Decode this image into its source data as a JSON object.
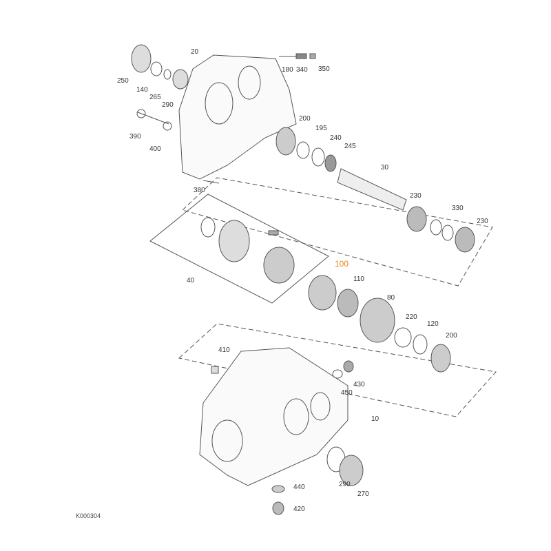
{
  "diagram": {
    "labels": [
      {
        "id": "20",
        "text": "20"
      },
      {
        "id": "180",
        "text": "180"
      },
      {
        "id": "340",
        "text": "340"
      },
      {
        "id": "350",
        "text": "350"
      },
      {
        "id": "250",
        "text": "250"
      },
      {
        "id": "140",
        "text": "140"
      },
      {
        "id": "265",
        "text": "265"
      },
      {
        "id": "290a",
        "text": "290"
      },
      {
        "id": "390",
        "text": "390"
      },
      {
        "id": "400",
        "text": "400"
      },
      {
        "id": "200a",
        "text": "200"
      },
      {
        "id": "195",
        "text": "195"
      },
      {
        "id": "240",
        "text": "240"
      },
      {
        "id": "245",
        "text": "245"
      },
      {
        "id": "380",
        "text": "380"
      },
      {
        "id": "30",
        "text": "30"
      },
      {
        "id": "230a",
        "text": "230"
      },
      {
        "id": "330",
        "text": "330"
      },
      {
        "id": "230b",
        "text": "230"
      },
      {
        "id": "40",
        "text": "40"
      },
      {
        "id": "100",
        "text": "100"
      },
      {
        "id": "110",
        "text": "110"
      },
      {
        "id": "80",
        "text": "80"
      },
      {
        "id": "220",
        "text": "220"
      },
      {
        "id": "120",
        "text": "120"
      },
      {
        "id": "200b",
        "text": "200"
      },
      {
        "id": "410",
        "text": "410"
      },
      {
        "id": "430",
        "text": "430"
      },
      {
        "id": "450",
        "text": "450"
      },
      {
        "id": "10",
        "text": "10"
      },
      {
        "id": "290b",
        "text": "290"
      },
      {
        "id": "270",
        "text": "270"
      },
      {
        "id": "440",
        "text": "440"
      },
      {
        "id": "420",
        "text": "420"
      }
    ],
    "drawing_code": "K000304",
    "highlight_color": "#e8891c"
  }
}
